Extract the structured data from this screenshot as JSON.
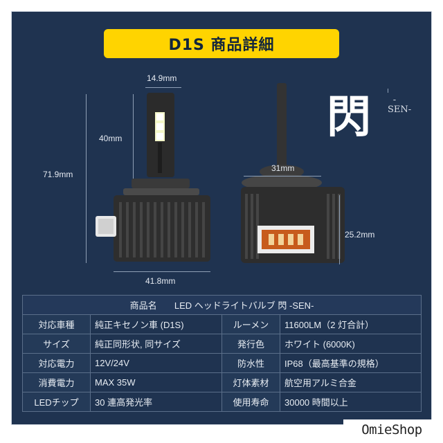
{
  "title": "D1S 商品詳細",
  "logo": {
    "kanji": "閃",
    "sen": "-SEN-"
  },
  "dimensions": {
    "width_top": "14.9mm",
    "height_head": "40mm",
    "height_total": "71.9mm",
    "width_bottom": "41.8mm",
    "width_base": "31mm",
    "height_base": "25.2mm"
  },
  "spec_table": {
    "header_label": "商品名",
    "header_value": "LED ヘッドライトバルブ 閃 -SEN-",
    "rows": [
      {
        "k1": "対応車種",
        "v1": "純正キセノン車 (D1S)",
        "k2": "ルーメン",
        "v2": "11600LM（2 灯合計）"
      },
      {
        "k1": "サイズ",
        "v1": "純正同形状, 同サイズ",
        "k2": "発行色",
        "v2": "ホワイト (6000K)"
      },
      {
        "k1": "対応電力",
        "v1": "12V/24V",
        "k2": "防水性",
        "v2": "IP68（最高基準の規格）"
      },
      {
        "k1": "消費電力",
        "v1": "MAX 35W",
        "k2": "灯体素材",
        "v2": "航空用アルミ合金"
      },
      {
        "k1": "LEDチップ",
        "v1": "30 連高発光率",
        "k2": "使用寿命",
        "v2": "30000 時間以上"
      }
    ]
  },
  "shop_name": "OmieShop"
}
